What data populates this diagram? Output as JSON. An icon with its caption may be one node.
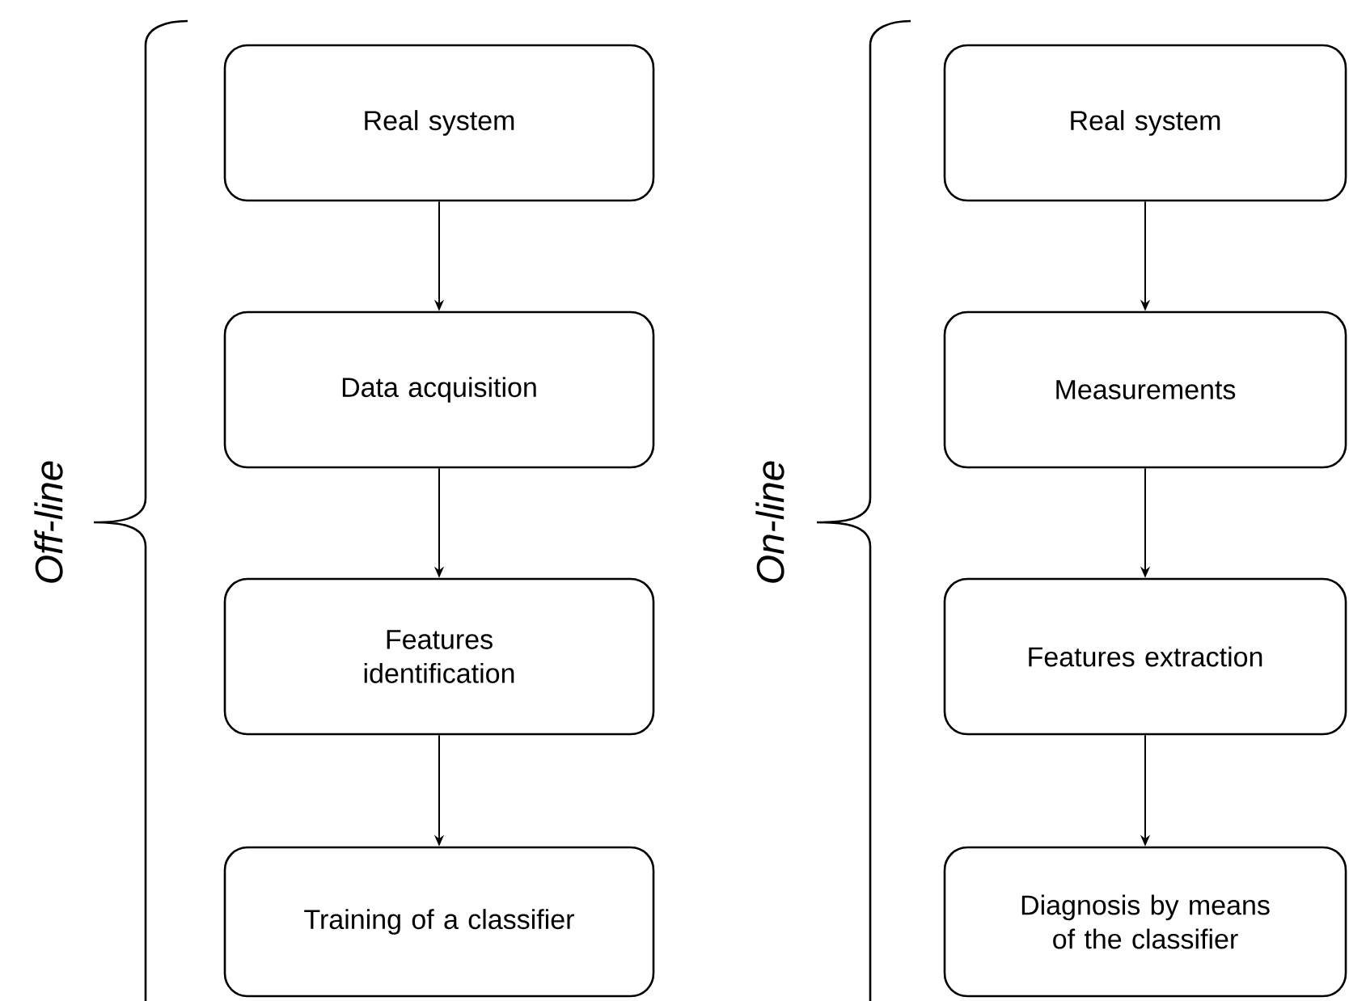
{
  "diagram": {
    "nodes": [
      {
        "text": [
          "Real system"
        ]
      },
      {
        "text": [
          "Data acquisition"
        ]
      },
      {
        "text": [
          "Features identification"
        ]
      },
      {
        "text": [
          "Training of a classifier"
        ]
      },
      {
        "text": [
          "Real system"
        ]
      },
      {
        "text": [
          "Measurements"
        ]
      },
      {
        "text": [
          "Features extraction"
        ]
      },
      {
        "text": [
          "Diagnosis by means of the classifier"
        ]
      }
    ],
    "edges": [
      {
        "from": 0,
        "to": 1,
        "arrow": "to"
      },
      {
        "from": 1,
        "to": 2,
        "arrow": "to"
      },
      {
        "from": 2,
        "to": 3,
        "arrow": "to"
      },
      {
        "from": 4,
        "to": 5,
        "arrow": "to"
      },
      {
        "from": 5,
        "to": 6,
        "arrow": "to"
      },
      {
        "from": 6,
        "to": 7,
        "arrow": "to"
      }
    ],
    "labels": [
      "Off-line",
      "On-line"
    ]
  }
}
